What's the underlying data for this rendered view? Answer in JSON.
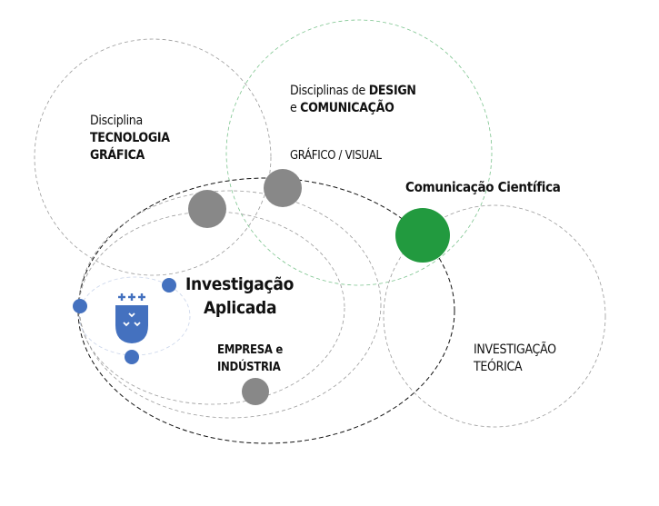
{
  "colors": {
    "green": "#229a3f",
    "gray": "#888888",
    "blue": "#4471bf",
    "dash_gray": "#9a9a9a",
    "dash_green": "#7cc48e",
    "dash_black": "#111111",
    "dash_blue": "#c9d4ea"
  },
  "labels": {
    "tecnologia": {
      "line1": "Disciplina",
      "line2": "TECNOLOGIA",
      "line3": "GRÁFICA"
    },
    "design": {
      "pre1": "Disciplinas de ",
      "bold1": "DESIGN",
      "pre2": "e ",
      "bold2": "COMUNICAÇÃO"
    },
    "grafico": "GRÁFICO / VISUAL",
    "comunicacao": "Comunicação Científica",
    "aplicada": {
      "line1": "Investigação",
      "line2": "Aplicada"
    },
    "empresa": {
      "line1": "EMPRESA e",
      "line2": "INDÚSTRIA"
    },
    "teorica": {
      "line1": "INVESTIGAÇÃO",
      "line2": "TEÓRICA"
    }
  },
  "logo": {
    "icon": "university-shield-icon"
  }
}
